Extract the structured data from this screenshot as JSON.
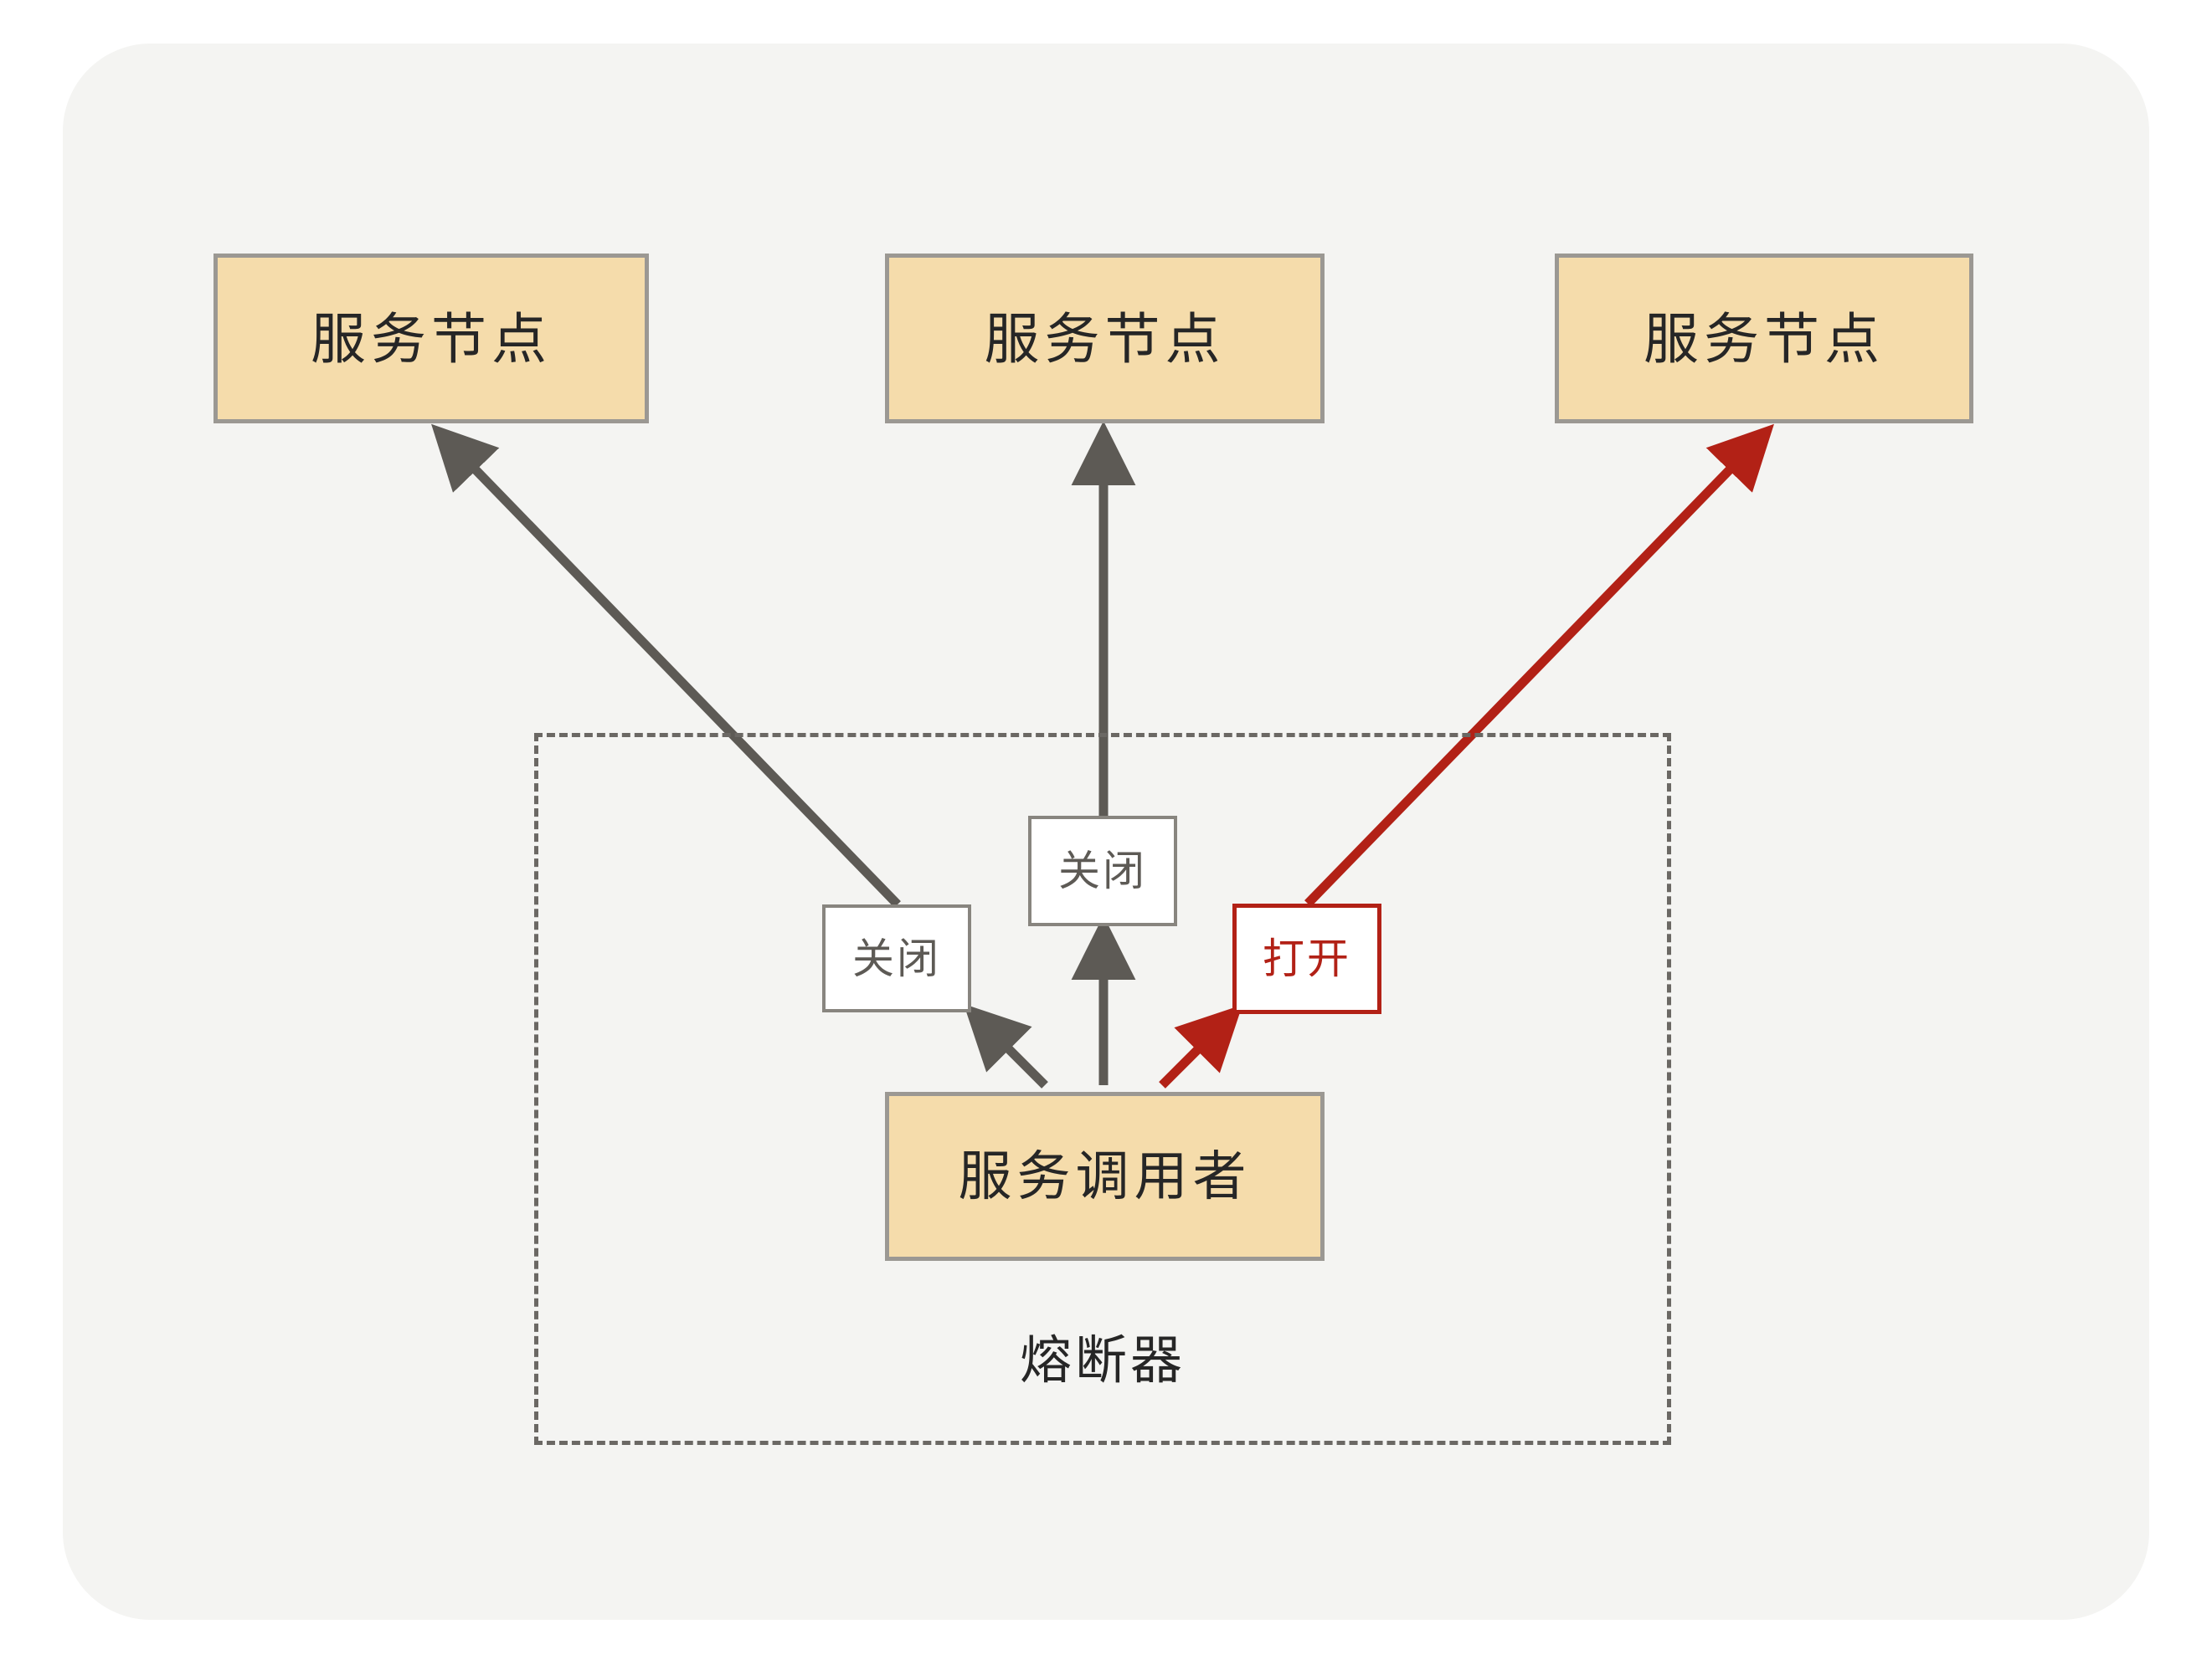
{
  "diagram": {
    "title_label": "熔断器",
    "colors": {
      "panel_bg": "#F4F4F2",
      "node_fill": "#F5DCAB",
      "node_border": "#9B9893",
      "closed_stroke": "#6B6864",
      "open_stroke": "#B22116",
      "text": "#262626",
      "dashed_border": "#6B6864"
    },
    "nodes": [
      {
        "id": "service-node-1",
        "label": "服务节点"
      },
      {
        "id": "service-node-2",
        "label": "服务节点"
      },
      {
        "id": "service-node-3",
        "label": "服务节点"
      }
    ],
    "caller": {
      "id": "service-caller",
      "label": "服务调用者"
    },
    "edges": [
      {
        "id": "edge-left",
        "state_label": "关闭",
        "state": "closed",
        "color": "#6B6864",
        "from": "service-caller",
        "to": "service-node-1",
        "bidirectional": true
      },
      {
        "id": "edge-middle",
        "state_label": "关闭",
        "state": "closed",
        "color": "#6B6864",
        "from": "service-caller",
        "to": "service-node-2",
        "bidirectional": true
      },
      {
        "id": "edge-right",
        "state_label": "打开",
        "state": "open",
        "color": "#B22116",
        "from": "service-caller",
        "to": "service-node-3",
        "bidirectional": true
      }
    ]
  }
}
